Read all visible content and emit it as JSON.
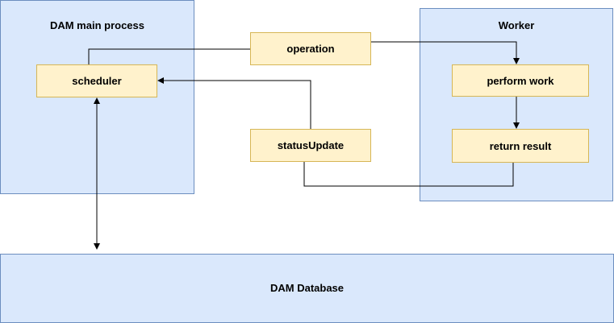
{
  "colors": {
    "container_fill": "#dae8fc",
    "container_border": "#6c8ebf",
    "node_fill": "#fff2cc",
    "node_border": "#d6b656",
    "edge": "#000000"
  },
  "main_process": {
    "title": "DAM main process",
    "scheduler_label": "scheduler"
  },
  "worker": {
    "title": "Worker",
    "perform_label": "perform work",
    "return_label": "return result"
  },
  "messages": {
    "operation_label": "operation",
    "status_label": "statusUpdate"
  },
  "database": {
    "title": "DAM Database"
  }
}
